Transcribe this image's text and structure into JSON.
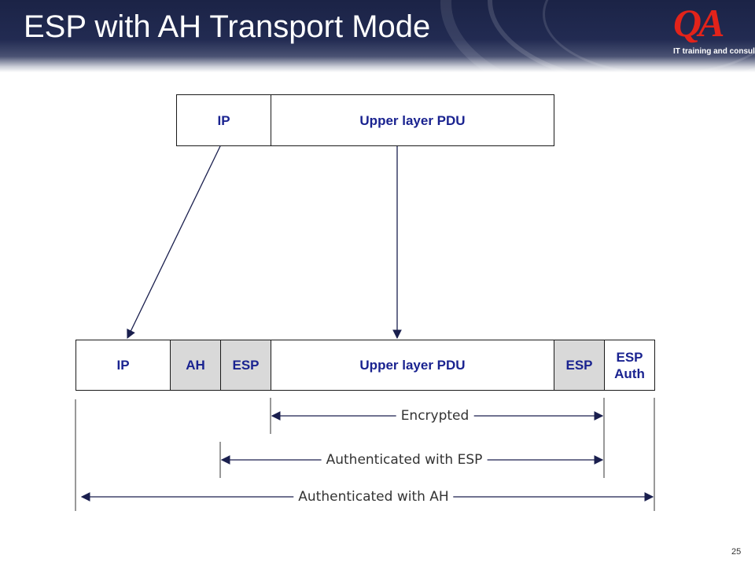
{
  "slide": {
    "title": "ESP with AH Transport Mode",
    "page_number": "25"
  },
  "logo": {
    "mark": "QA",
    "tagline": "IT training and consulting",
    "color": "#e2231a"
  },
  "original_packet": {
    "fields": [
      "IP",
      "Upper layer PDU"
    ]
  },
  "transformed_packet": {
    "fields": [
      "IP",
      "AH",
      "ESP",
      "Upper layer PDU",
      "ESP",
      "ESP\nAuth"
    ]
  },
  "spans": {
    "encrypted": "Encrypted",
    "authenticated_esp": "Authenticated with ESP",
    "authenticated_ah": "Authenticated with AH"
  },
  "colors": {
    "banner": "#1b2346",
    "field_text": "#1a2390",
    "highlight_fill": "#d9d9d9"
  }
}
